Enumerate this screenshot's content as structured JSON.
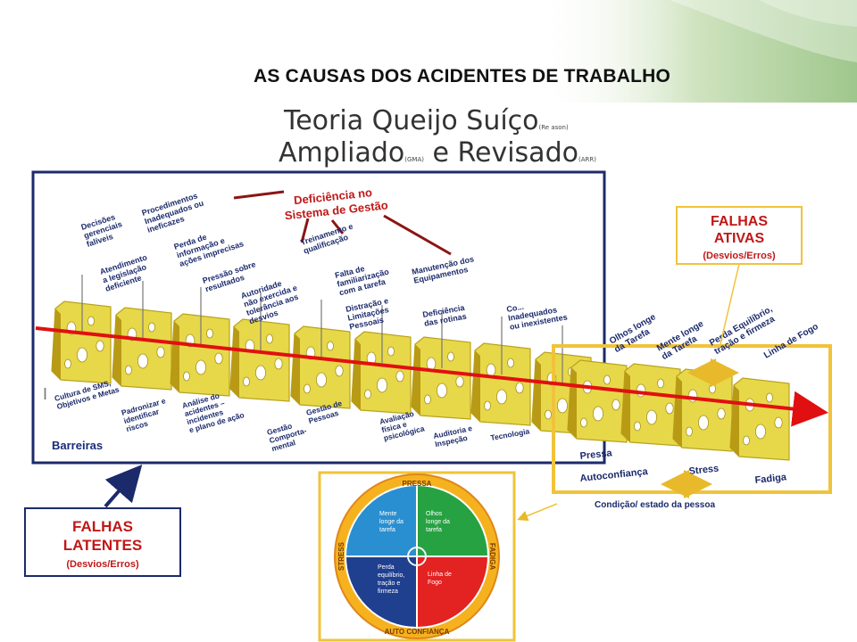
{
  "slide": {
    "title": "AS CAUSAS DOS ACIDENTES DE TRABALHO",
    "heading_line1": "Teoria Queijo Suíço",
    "heading_line1_sub": "(Re ason)",
    "heading_line2_a": "Ampliado",
    "heading_line2_a_sub": "(GMA)",
    "heading_line2_b": "e Revisado",
    "heading_line2_b_sub": "(ARR)"
  },
  "diagram": {
    "deficiencia": [
      "Deficiência no",
      "Sistema de Gestão"
    ],
    "latent_causes": [
      [
        "Decisões",
        "gerenciais",
        "falíveis"
      ],
      [
        "Procedimentos",
        "Inadequados ou",
        "ineficazes"
      ],
      [
        "Perda de",
        "informação e",
        "ações imprecisas"
      ],
      [
        "Atendimento",
        "a legislação",
        "deficiente"
      ],
      [
        "Pressão sobre",
        "resultados"
      ],
      [
        "Autoridade",
        "não exercida e",
        "tolerância aos",
        "desvios"
      ],
      [
        "Treinamento e",
        "qualificação"
      ],
      [
        "Falta de",
        "familiarização",
        "com a tarefa"
      ],
      [
        "Manutenção dos",
        "Equipamentos"
      ],
      [
        "Distração e",
        "Limitações",
        "Pessoais"
      ],
      [
        "Deficiência",
        "das rotinas"
      ],
      [
        "Co...",
        "Inadequados",
        "ou inexistentes"
      ]
    ],
    "barriers": [
      [
        "Cultura de SMS,",
        "Objetivos e Metas"
      ],
      [
        "Padronizar e",
        "identificar",
        "riscos"
      ],
      [
        "Análise do",
        "acidentes –",
        "incidentes",
        "e plano de ação"
      ],
      [
        "Gestão",
        "Comporta-",
        "mental"
      ],
      [
        "Gestão de",
        "Pessoas"
      ],
      [
        "Avaliação",
        "física e",
        "psicológica"
      ],
      [
        "Auditoria e",
        "Inspeção"
      ],
      [
        "Tecnologia"
      ]
    ],
    "barreiras_label": "Barreiras",
    "active_causes": [
      [
        "Olhos longe",
        "da Tarefa"
      ],
      [
        "Mente longe",
        "da Tarefa"
      ],
      [
        "Perda Equilíbrio,",
        "tração e firmeza"
      ],
      [
        "Linha de Fogo"
      ]
    ],
    "person_states": [
      "Pressa",
      "Autoconfiança",
      "Stress",
      "Fadiga"
    ],
    "condicao_label": "Condição/ estado da  pessoa",
    "falhas_ativas": [
      "FALHAS",
      "ATIVAS",
      "(Desvios/Erros)"
    ],
    "falhas_latentes": [
      "FALHAS",
      "LATENTES",
      "(Desvios/Erros)"
    ]
  },
  "wheel": {
    "top": "PRESSA",
    "bottom": "AUTO CONFIANÇA",
    "left": "STRESS",
    "right": "FADIGA",
    "q_top_left": [
      "Mente",
      "longe da",
      "tarefa"
    ],
    "q_top_right": [
      "Olhos",
      "longe da",
      "tarefa"
    ],
    "q_bottom_left": [
      "Perda",
      "equilíbrio,",
      "tração e",
      "firmeza"
    ],
    "q_bottom_right": [
      "Linha de",
      "Fogo"
    ],
    "colors": {
      "q1": "#2a8fd0",
      "q2": "#27a243",
      "q3": "#1f3f8f",
      "q4": "#e32222",
      "ring": "#f5b21e",
      "ring_edge": "#e0861a"
    }
  }
}
